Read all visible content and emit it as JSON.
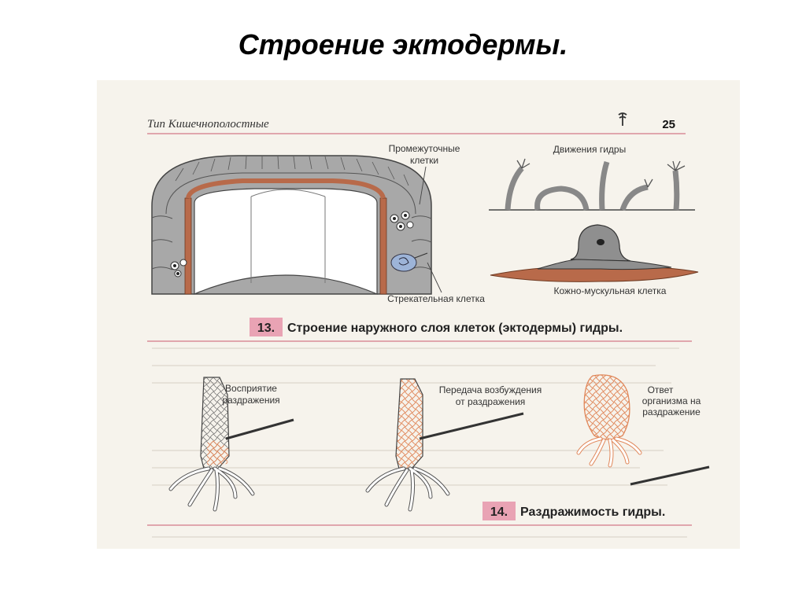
{
  "slide": {
    "title": "Строение эктодермы."
  },
  "page": {
    "running_head": "Тип Кишечнополостные",
    "page_number": "25"
  },
  "figure13": {
    "label_intermediate_1": "Промежуточные",
    "label_intermediate_2": "клетки",
    "label_movement": "Движения гидры",
    "label_stinging": "Стрекательная клетка",
    "label_skin_muscle": "Кожно-мускульная клетка",
    "caption_number": "13.",
    "caption_text": "Строение наружного слоя клеток (эктодермы) гидры."
  },
  "figure14": {
    "label_perception_1": "Восприятие",
    "label_perception_2": "раздражения",
    "label_transmission_1": "Передача возбуждения",
    "label_transmission_2": "от раздражения",
    "label_response_1": "Ответ",
    "label_response_2": "организма на",
    "label_response_3": "раздражение",
    "caption_number": "14.",
    "caption_text": "Раздражимость гидры."
  },
  "colors": {
    "accent_pink": "#e9a3b4",
    "rule_red": "#d98c98",
    "cell_gray": "#9a9a9a",
    "muscle_brown": "#b86a4a",
    "nerve_orange": "#e0875a"
  }
}
